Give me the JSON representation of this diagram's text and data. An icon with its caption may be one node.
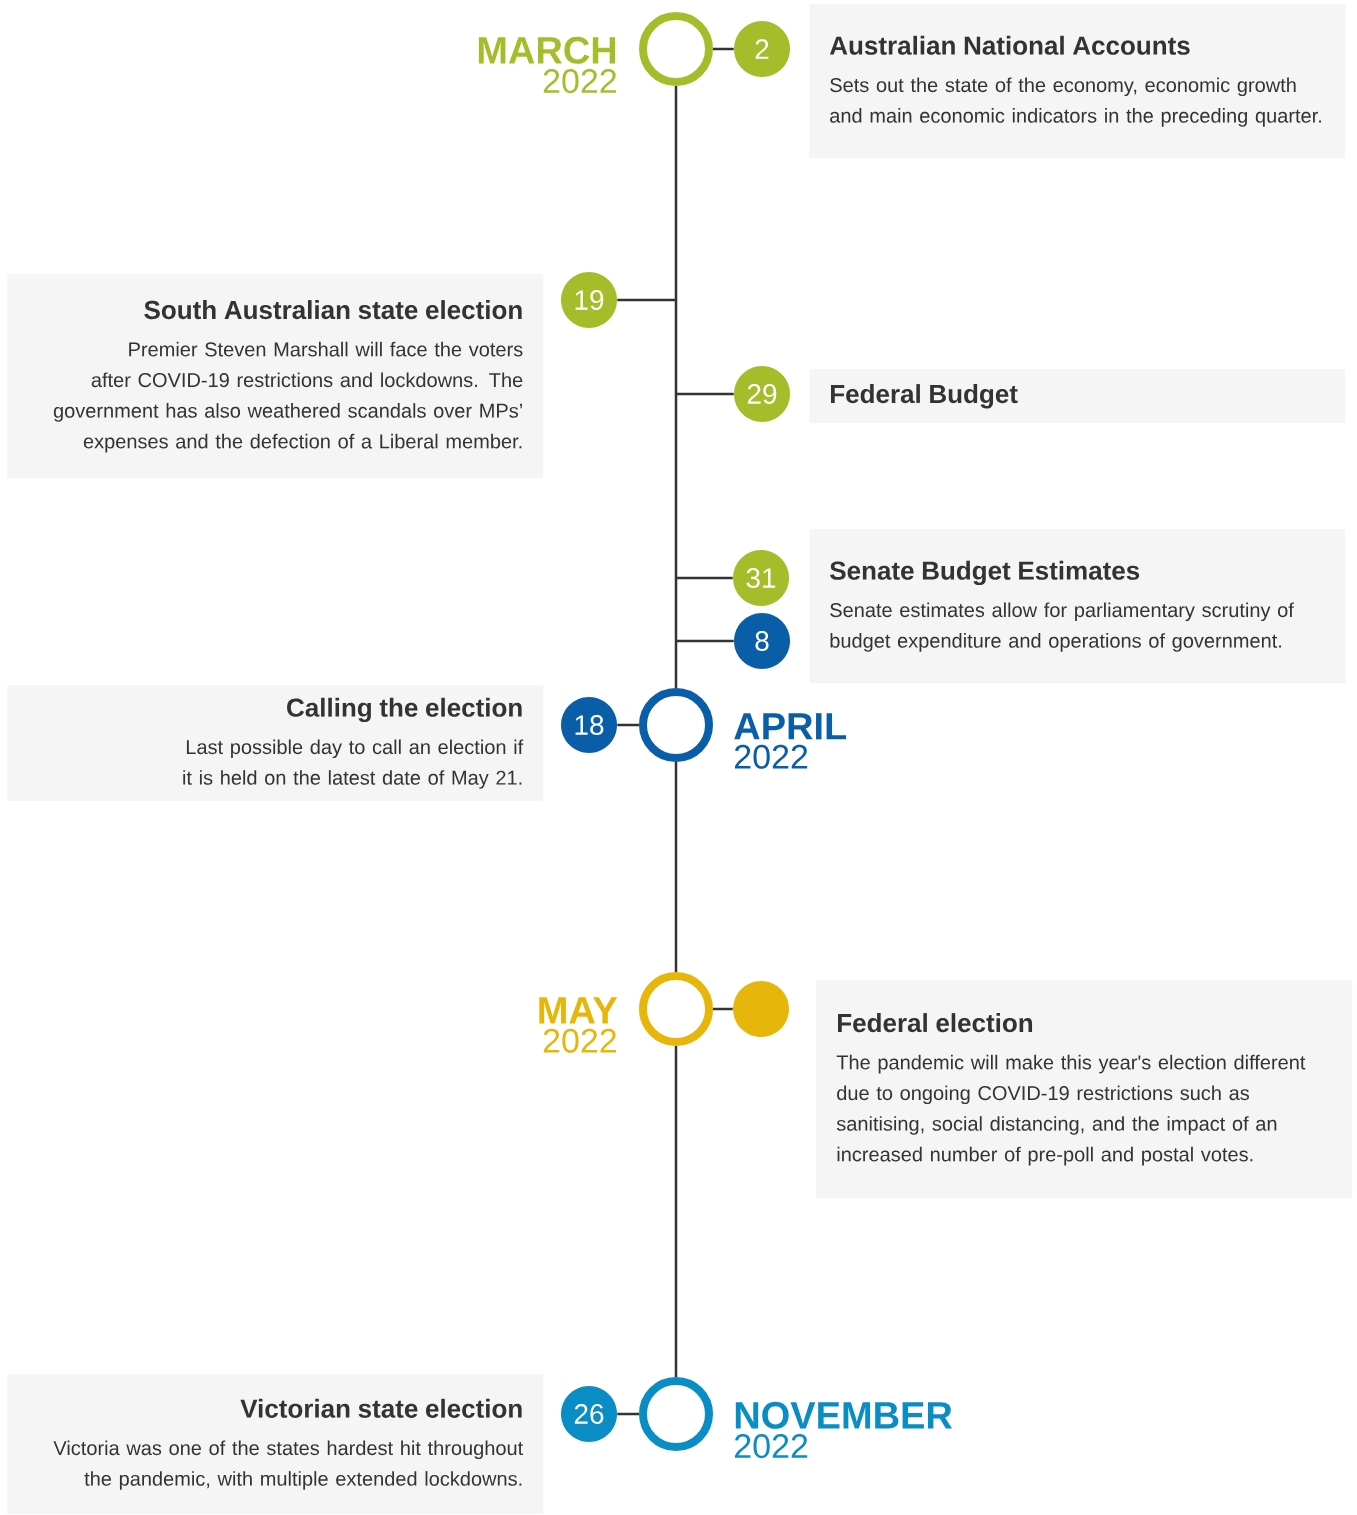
{
  "diagram": {
    "nodes": [
      {
        "text": [],
        "shape": "circle",
        "beside": [
          "MARCH",
          "2022"
        ]
      },
      {
        "text": [
          "2"
        ]
      },
      {
        "text": [
          "Australian National Accounts",
          "Sets out the state of the economy, economic growth and main economic indicators in the preceding quarter."
        ]
      },
      {
        "text": [
          "19"
        ]
      },
      {
        "text": [
          "South Australian state election",
          "Premier Steven Marshall will face the voters after COVID-19 restrictions and lockdowns. The government has also weathered scandals over MPs’ expenses and the defection of a Liberal member."
        ]
      },
      {
        "text": [
          "29"
        ]
      },
      {
        "text": [
          "Federal Budget"
        ]
      },
      {
        "text": [
          "31"
        ]
      },
      {
        "text": [
          "8"
        ]
      },
      {
        "text": [
          "Senate Budget Estimates",
          "Senate estimates allow for parliamentary scrutiny of budget expenditure and operations of government."
        ]
      },
      {
        "text": [
          "18"
        ]
      },
      {
        "text": [
          "Calling the election",
          "Last possible day to call an election if it is held on the latest date of May 21."
        ]
      },
      {
        "text": [],
        "shape": "circle",
        "beside": [
          "APRIL",
          "2022"
        ]
      },
      {
        "text": [],
        "shape": "circle",
        "beside": [
          "MAY",
          "2022"
        ]
      },
      {
        "text": [],
        "shape": "circle"
      },
      {
        "text": [
          "Federal election",
          "The pandemic will make this year's election different due to ongoing COVID-19 restrictions such as sanitising, social distancing, and the impact of an increased number of pre-poll and postal votes."
        ]
      },
      {
        "text": [
          "26"
        ]
      },
      {
        "text": [
          "Victorian state election",
          "Victoria was one of the states hardest hit throughout the pandemic, with multiple extended lockdowns."
        ]
      },
      {
        "text": [],
        "shape": "circle",
        "beside": [
          "NOVEMBER",
          "2022"
        ]
      }
    ],
    "edges": [
      {
        "from": 0,
        "to": 12,
        "arrow": "none"
      },
      {
        "from": 12,
        "to": 13,
        "arrow": "none"
      },
      {
        "from": 13,
        "to": 18,
        "arrow": "none"
      },
      {
        "from": 0,
        "to": 1,
        "arrow": "none"
      },
      {
        "from": null,
        "to": 3,
        "arrow": "none"
      },
      {
        "from": null,
        "to": 5,
        "arrow": "none"
      },
      {
        "from": null,
        "to": 7,
        "arrow": "none"
      },
      {
        "from": null,
        "to": 8,
        "arrow": "none"
      },
      {
        "from": 10,
        "to": 12,
        "arrow": "none"
      },
      {
        "from": 13,
        "to": 14,
        "arrow": "none"
      },
      {
        "from": 16,
        "to": 18,
        "arrow": "none"
      }
    ]
  }
}
